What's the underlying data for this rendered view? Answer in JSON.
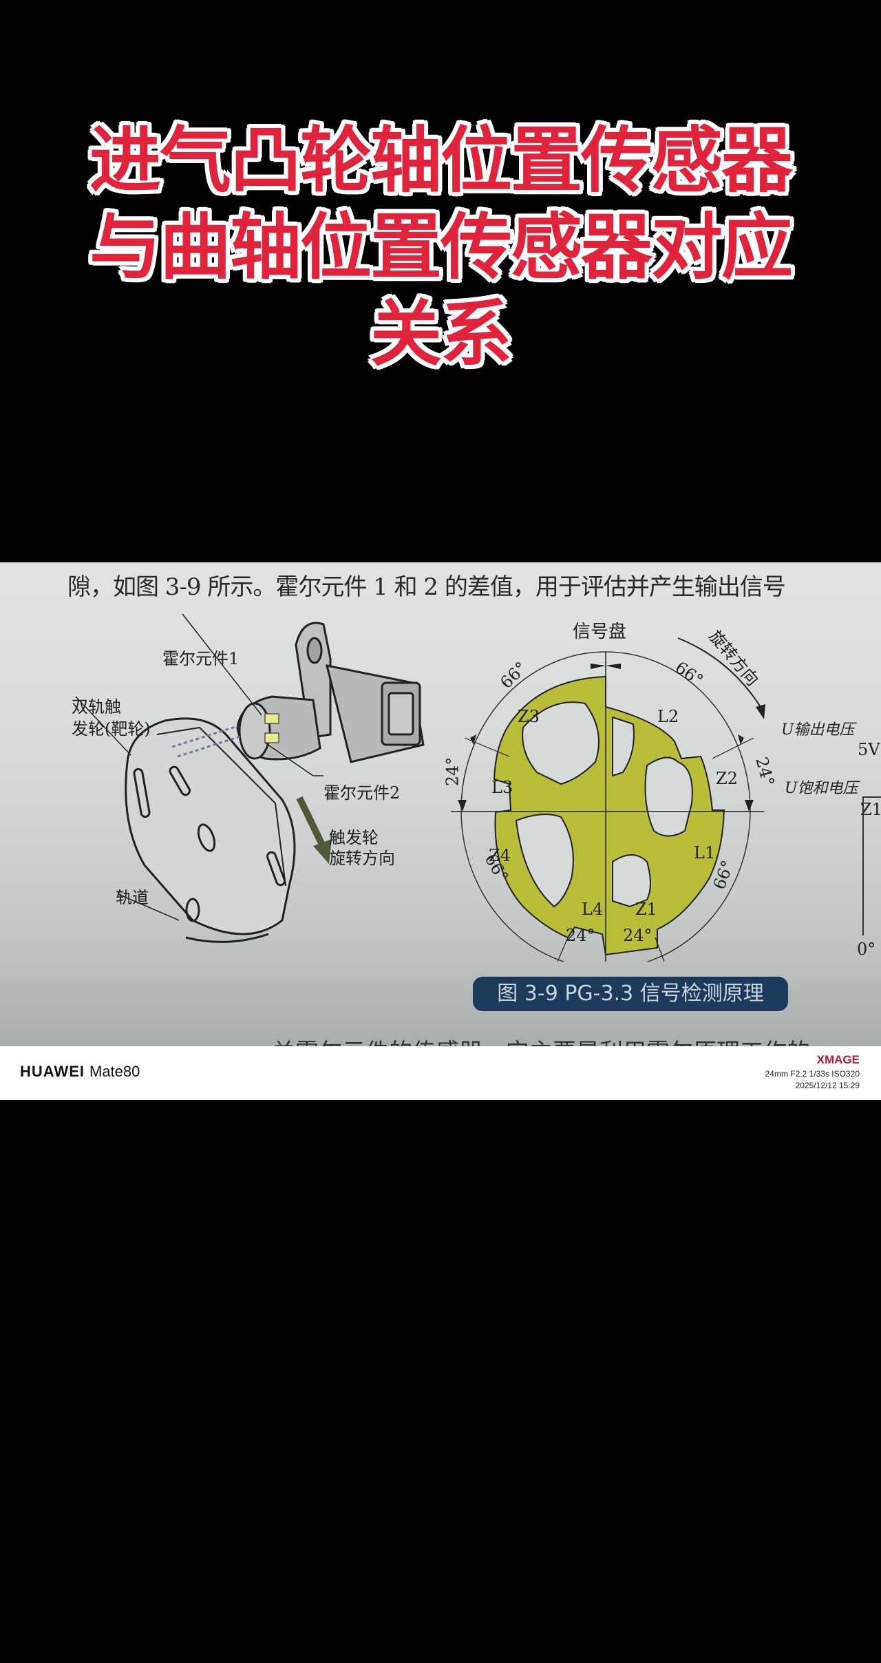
{
  "overlay_title": {
    "lines": [
      "进气凸轮轴位置传感器",
      "与曲轴位置传感器对应",
      "关系"
    ],
    "color": "#e0243e",
    "outline_color": "#ffffff"
  },
  "photo": {
    "body_text_top": "隙，如图 3-9 所示。霍尔元件 1 和 2 的差值，用于评估并产生输出信号",
    "body_text_bottom": "关霍尔元件的传感器，它主要是利用霍尔原理工作的",
    "sensor_labels": {
      "hall_element_1": "霍尔元件1",
      "hall_element_2": "霍尔元件2",
      "dual_track_trigger_1": "双轨触",
      "dual_track_trigger_2": "发轮(靶轮)",
      "track": "轨道",
      "rotation_1": "触发轮",
      "rotation_2": "旋转方向"
    },
    "disc": {
      "title": "信号盘",
      "rotation": "旋转方向",
      "segments": [
        "Z1",
        "Z2",
        "Z3",
        "Z4",
        "L1",
        "L2",
        "L3",
        "L4"
      ],
      "angles": [
        "66°",
        "66°",
        "24°",
        "24°",
        "66°",
        "66°",
        "24°",
        "24°"
      ],
      "disc_color": "#b8bd3a"
    },
    "voltage": {
      "output": "U输出电压",
      "saturation": "U饱和电压",
      "five_v": "5V",
      "zero": "0°",
      "z1": "Z1"
    },
    "caption": "图 3-9   PG-3.3 信号检测原理"
  },
  "watermark": {
    "brand": "HUAWEI",
    "model": "Mate80",
    "logo": "XMAGE",
    "exif": "24mm  F2.2  1/33s  ISO320",
    "datetime": "2025/12/12  15:29"
  }
}
